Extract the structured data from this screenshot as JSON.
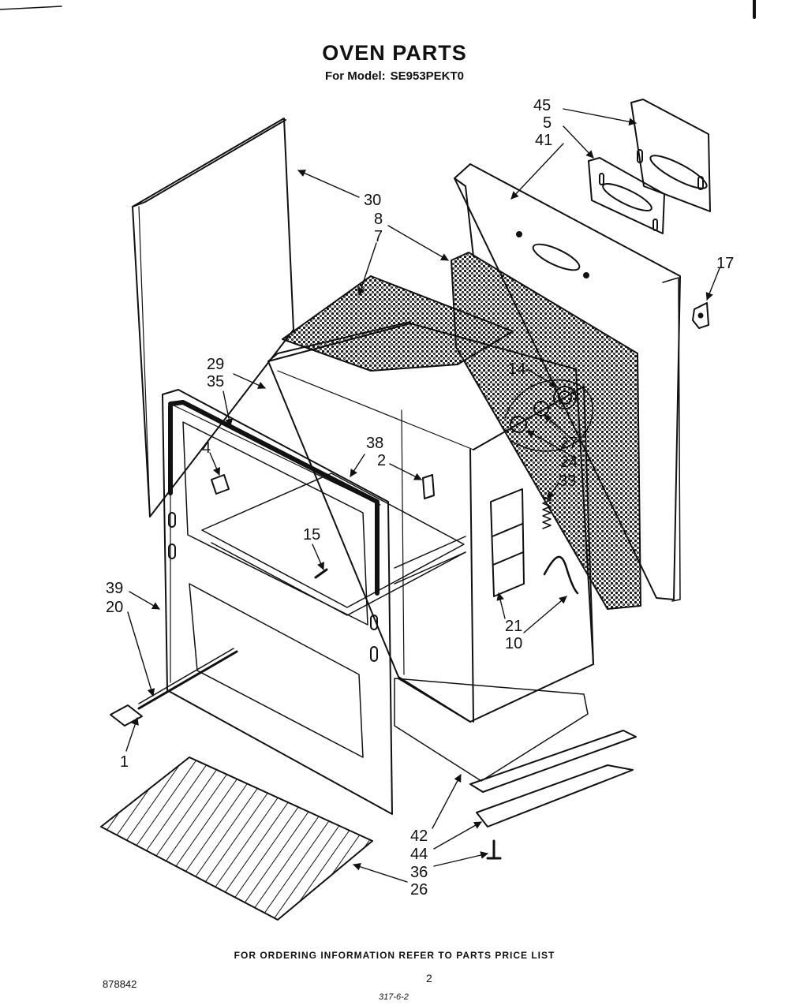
{
  "title": "OVEN PARTS",
  "subtitle_prefix": "For Model:",
  "model": "SE953PEKT0",
  "callouts": {
    "c45": "45",
    "c5": "5",
    "c41": "41",
    "c30": "30",
    "c8": "8",
    "c7": "7",
    "c17": "17",
    "c29": "29",
    "c35": "35",
    "c14": "14",
    "c27": "27",
    "c24": "24",
    "c33": "33",
    "c4": "4",
    "c38": "38",
    "c2": "2",
    "c15": "15",
    "c39": "39",
    "c20": "20",
    "c21": "21",
    "c10": "10",
    "c1": "1",
    "c42": "42",
    "c44": "44",
    "c36": "36",
    "c26": "26"
  },
  "footer_text": "FOR ORDERING INFORMATION REFER TO PARTS PRICE LIST",
  "doc_number": "878842",
  "page_number": "2",
  "handwritten_note": "317-6-2"
}
